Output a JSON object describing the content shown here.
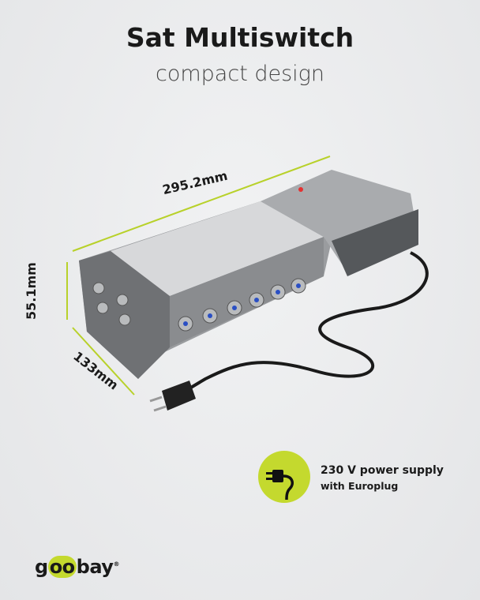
{
  "header": {
    "title": "Sat Multiswitch",
    "subtitle": "compact design"
  },
  "dimensions": {
    "length": "295.2mm",
    "height": "55.1mm",
    "depth": "133mm"
  },
  "feature": {
    "icon": "plug-icon",
    "line1": "230 V power supply",
    "line2": "with Europlug"
  },
  "brand": {
    "pre": "g",
    "oo": "oo",
    "post": "bay",
    "reg": "®"
  },
  "colors": {
    "accent": "#c4d92e",
    "text": "#1a1a1a"
  }
}
